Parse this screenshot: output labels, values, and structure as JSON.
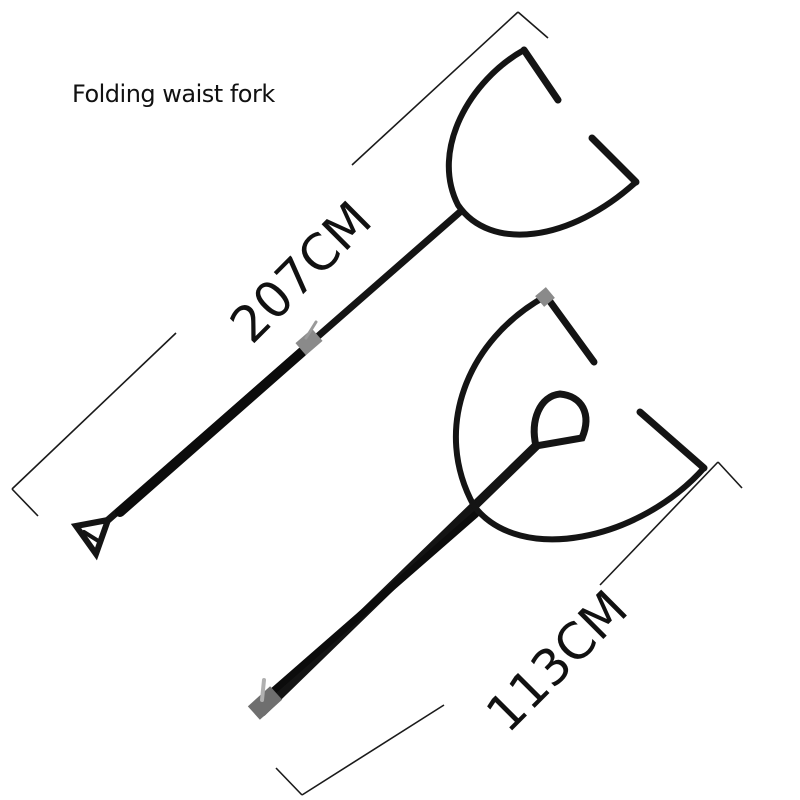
{
  "caption": "Folding waist fork",
  "dimensions": {
    "extended_length": "207CM",
    "folded_length": "113CM"
  },
  "colors": {
    "background": "#ffffff",
    "tool": "#141414",
    "dimension_line": "#1a1a1a",
    "hinge": "#8a8a8a"
  }
}
